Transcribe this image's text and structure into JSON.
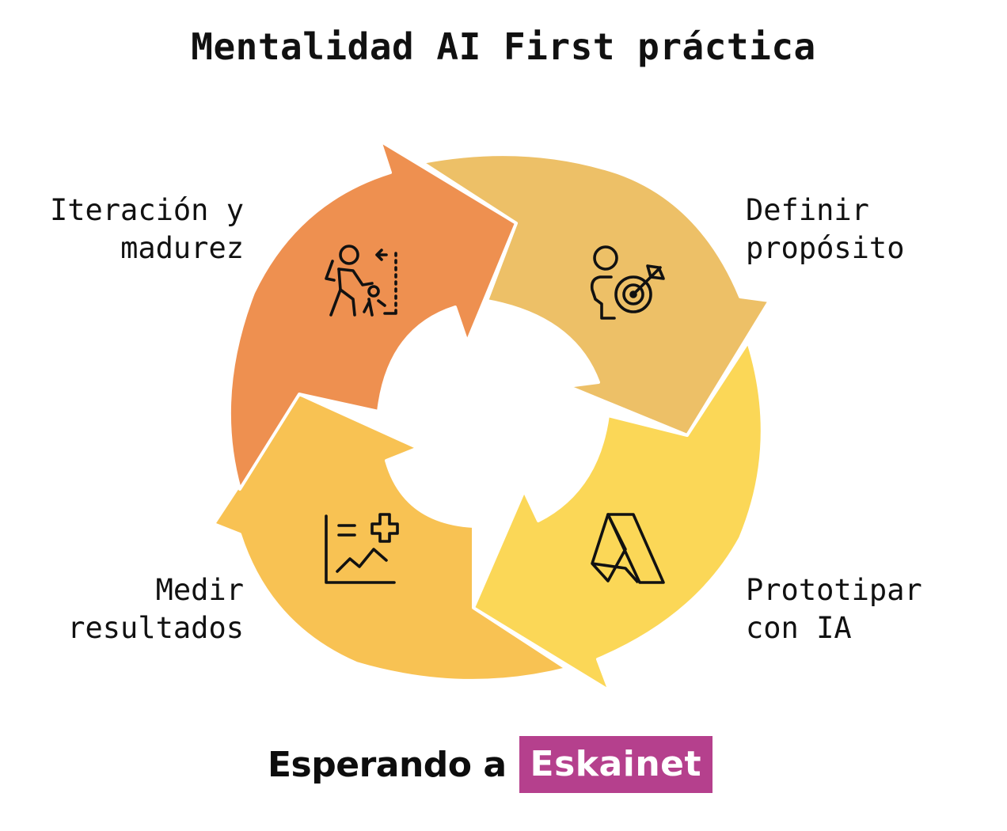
{
  "title": "Mentalidad AI First práctica",
  "steps": [
    {
      "lines": [
        "Definir",
        "propósito"
      ],
      "icon": "person-target-icon",
      "color": "#EDC067"
    },
    {
      "lines": [
        "Prototipar",
        "con IA"
      ],
      "icon": "adobe-logo-icon",
      "color": "#FBD757"
    },
    {
      "lines": [
        "Medir",
        "resultados"
      ],
      "icon": "chart-plus-icon",
      "color": "#F8C253"
    },
    {
      "lines": [
        "Iteración y",
        "madurez"
      ],
      "icon": "climber-steps-icon",
      "color": "#EE9050"
    }
  ],
  "footer": {
    "text": "Esperando a",
    "brand": "Eskainet",
    "brand_color": "#B5408D"
  }
}
